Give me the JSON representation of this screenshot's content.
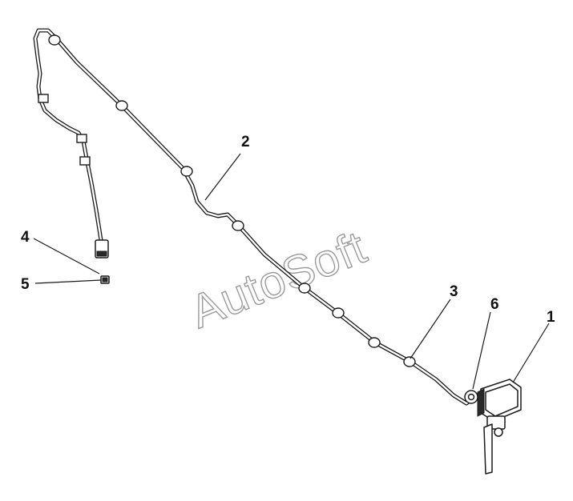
{
  "watermark": "AutoSoft",
  "callouts": {
    "c1": "1",
    "c2": "2",
    "c3": "3",
    "c4": "4",
    "c5": "5",
    "c6": "6"
  },
  "colors": {
    "line": "#1a1a1a",
    "watermark": "#9a9a9a",
    "background": "#ffffff"
  }
}
